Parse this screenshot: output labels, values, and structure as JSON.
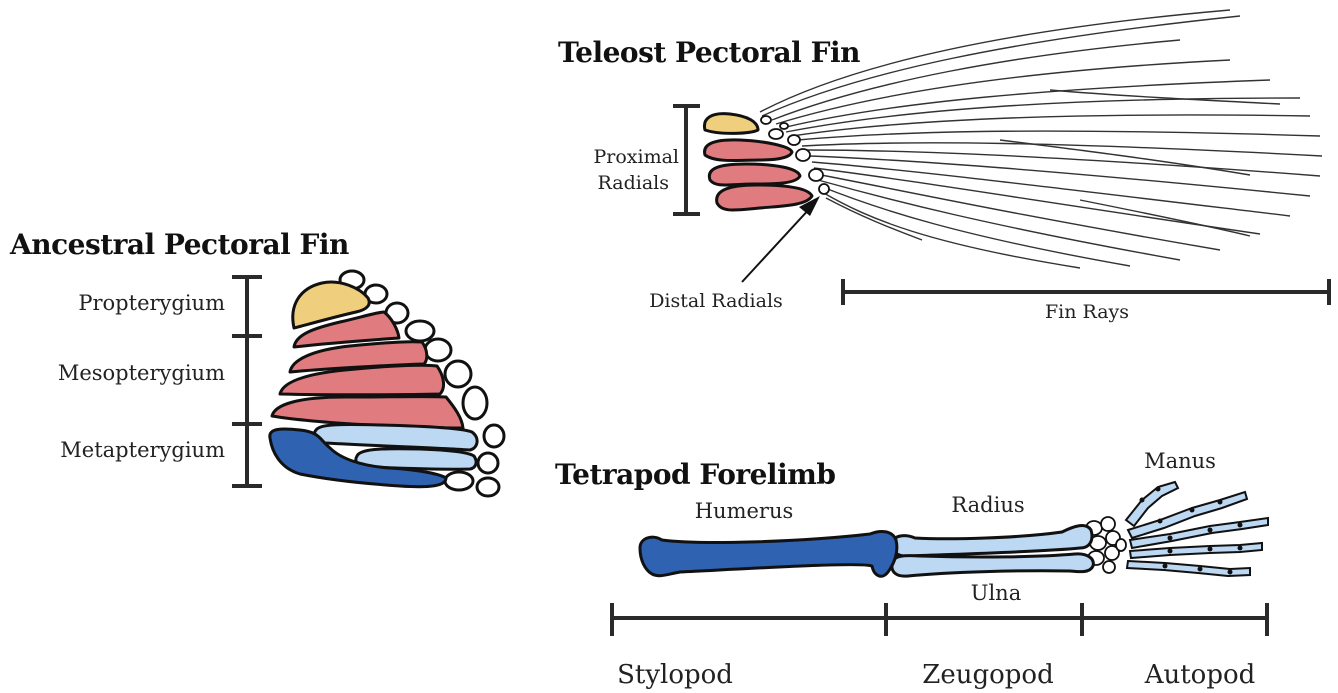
{
  "ancestral": {
    "title": "Ancestral Pectoral Fin",
    "propterygium": "Propterygium",
    "mesopterygium": "Mesopterygium",
    "metapterygium": "Metapterygium"
  },
  "teleost": {
    "title": "Teleost Pectoral Fin",
    "proximal_line1": "Proximal",
    "proximal_line2": "Radials",
    "distal": "Distal Radials",
    "fin_rays": "Fin Rays"
  },
  "tetrapod": {
    "title": "Tetrapod Forelimb",
    "humerus": "Humerus",
    "radius": "Radius",
    "ulna": "Ulna",
    "manus": "Manus",
    "stylopod": "Stylopod",
    "zeugopod": "Zeugopod",
    "autopod": "Autopod"
  },
  "colors": {
    "propterygium": "#efcf7e",
    "mesopterygium": "#e07c80",
    "metapterygium": "#2f62b0",
    "light_blue": "#bcd8f2",
    "outline": "#111111"
  }
}
